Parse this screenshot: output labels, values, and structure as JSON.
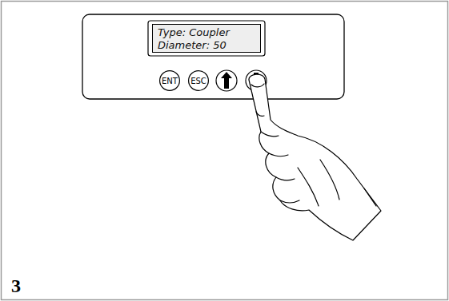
{
  "diagram": {
    "nodes": [
      {
        "text": [
          "Type: Coupler",
          "Diameter: 50"
        ]
      },
      {
        "text": [
          "ENT"
        ]
      },
      {
        "text": [
          "ESC"
        ]
      }
    ],
    "labels": [
      "3"
    ]
  }
}
